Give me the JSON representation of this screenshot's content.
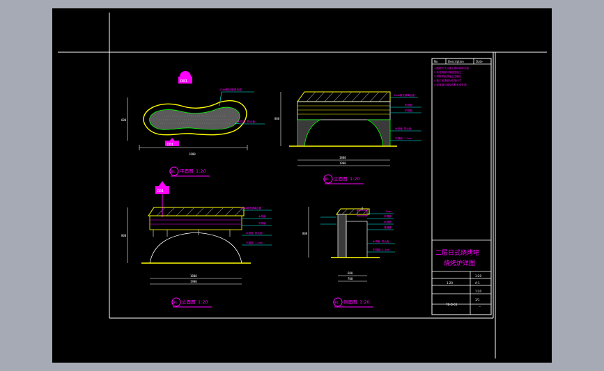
{
  "drawing": {
    "title_line1": "二层日式烧烤吧",
    "title_line2": "烧烤炉详图",
    "sheet_no": "7B-D-03",
    "dash": "-",
    "tb_header": {
      "col1": "No",
      "col2": "Description",
      "col3": "Date"
    },
    "tb_notes": [
      "1.图纸尺寸以施工现场实际为准",
      "2.未注明部分按规范施工",
      "3.材料样板须经业主确认",
      "4.施工前请核对现场尺寸",
      "5.如有疑问请及时联系设计师"
    ],
    "tb_scale_left": "1:20",
    "tb_scale_right": "1:20",
    "tb_ref": "A-1",
    "tb_scale_right2": "1:20",
    "tb_page": "1/1"
  },
  "views": {
    "plan": {
      "label": "平面图",
      "scale": "1:20",
      "tag": "D01",
      "note_top": "12mm钢化玻璃台面",
      "note_mid": "木饰面 防火板",
      "dim_bottom": "1800",
      "dim_left": "600"
    },
    "front": {
      "label": "立面图",
      "scale": "1:20",
      "tag": "D01",
      "note_a": "12mm钢化玻璃台面",
      "note_b": "木饰面",
      "note_c": "不锈钢",
      "note_d": "木饰面 防火板",
      "note_e": "不锈钢 1.2mm",
      "dim_top": "1800",
      "dim_bottom": "1900",
      "dim_left": "800"
    },
    "side": {
      "label": "立面图",
      "scale": "1:20",
      "tag": "D01",
      "note_a": "12mm钢化玻璃台面",
      "note_b": "木饰面",
      "note_c": "不锈钢",
      "note_d": "木饰面 防火板",
      "note_e": "不锈钢 1.2mm",
      "dim_a": "1800",
      "dim_b": "1900",
      "dim_left": "800"
    },
    "section": {
      "label": "剖面图",
      "scale": "1:20",
      "tag": "D01",
      "note_a": "12mm",
      "note_b": "不锈钢",
      "note_c": "木饰面",
      "note_d": "排烟管",
      "note_e": "木饰面 防火板",
      "note_f": "不锈钢 1.2mm",
      "dim_a": "600",
      "dim_b": "700",
      "dim_left": "800"
    }
  },
  "colors": {
    "magenta": "#ff00ff",
    "cyan": "#00ffff",
    "yellow": "#ffff00",
    "green": "#00ff00",
    "white": "#ffffff",
    "gray": "#8c8c8c"
  }
}
